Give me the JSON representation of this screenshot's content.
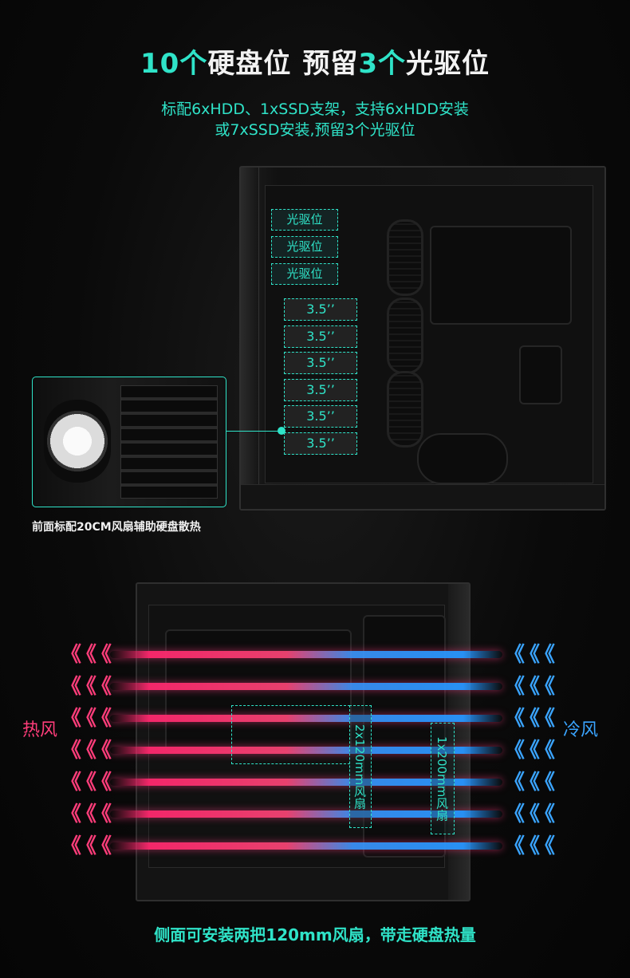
{
  "header": {
    "title_part1": "10个",
    "title_part2": "硬盘位",
    "title_part3": "预留",
    "title_part4": "3个",
    "title_part5": "光驱位",
    "subtitle_line1": "标配6xHDD、1xSSD支架，支持6xHDD安装",
    "subtitle_line2": "或7xSSD安装,预留3个光驱位"
  },
  "bays": {
    "optical": [
      "光驱位",
      "光驱位",
      "光驱位"
    ],
    "hdd": [
      "3.5’’",
      "3.5’’",
      "3.5’’",
      "3.5’’",
      "3.5’’",
      "3.5’’"
    ]
  },
  "inset": {
    "caption": "前面标配20CM风扇辅助硬盘散热"
  },
  "airflow": {
    "hot_label": "热风",
    "cold_label": "冷风",
    "hot_chevrons": "《《《",
    "cold_chevrons": "《《《",
    "fan_box_1": "2x120mm风扇",
    "fan_box_2": "1x200mm风扇"
  },
  "footer": {
    "caption": "侧面可安装两把120mm风扇，带走硬盘热量"
  },
  "colors": {
    "accent": "#2fe3c8",
    "hot": "#ff3d7a",
    "cold": "#3aa4ff"
  }
}
